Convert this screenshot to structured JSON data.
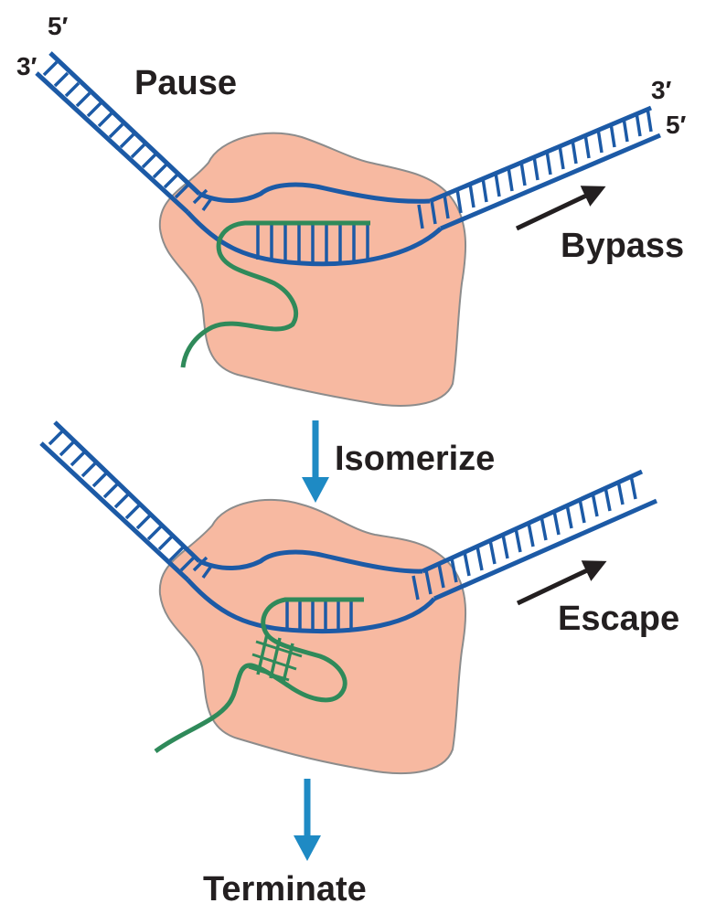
{
  "labels": {
    "top_left_5": "5′",
    "top_left_3": "3′",
    "top_right_3": "3′",
    "top_right_5": "5′",
    "pause": "Pause",
    "bypass": "Bypass",
    "isomerize": "Isomerize",
    "escape": "Escape",
    "terminate": "Terminate"
  },
  "colors": {
    "dna": "#1c5aa6",
    "rna": "#2f8a5a",
    "polymerase": "#f7b9a1",
    "polymerase_outline": "#8c8c8c",
    "process_arrow": "#1e8ac4",
    "movement_arrow": "#231f20",
    "text": "#231f20"
  }
}
